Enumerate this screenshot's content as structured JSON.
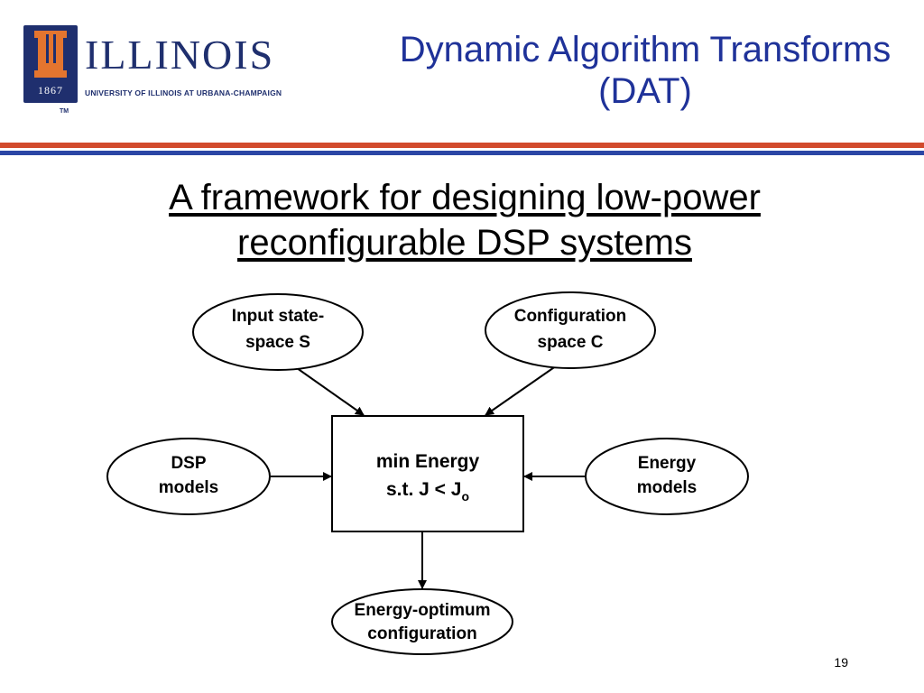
{
  "logo": {
    "year": "1867",
    "wordmark": "ILLINOIS",
    "university": "UNIVERSITY OF ILLINOIS AT URBANA-CHAMPAIGN",
    "trademark": "TM"
  },
  "title": "Dynamic Algorithm Transforms (DAT)",
  "subtitle": "A framework for designing low-power reconfigurable DSP systems",
  "diagram": {
    "input_state": {
      "line1": "Input state-",
      "line2": "space",
      "var": "S"
    },
    "config_space": {
      "line1": "Configuration",
      "line2": "space",
      "var": "C"
    },
    "dsp_models": {
      "line1": "DSP",
      "line2": "models"
    },
    "energy_models": {
      "line1": "Energy",
      "line2": "models"
    },
    "center": {
      "line1": "min Energy",
      "line2": "s.t. J < J",
      "subscript": "o"
    },
    "output": {
      "line1": "Energy-optimum",
      "line2": "configuration"
    }
  },
  "colors": {
    "title_blue": "#1f3299",
    "illini_blue": "#1f2f6e",
    "illini_orange": "#e4752f",
    "rule_orange": "#d24a2c",
    "rule_blue": "#2b46a5"
  },
  "page_number": "19"
}
